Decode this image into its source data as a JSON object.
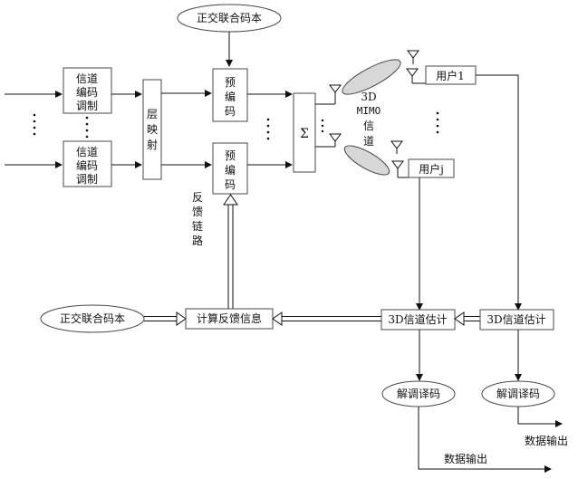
{
  "diagram": {
    "codebook_top": "正交联合码本",
    "codebook_bottom": "正交联合码本",
    "channel_coding_1": [
      "信道",
      "编码",
      "调制"
    ],
    "channel_coding_2": [
      "信道",
      "编码",
      "调制"
    ],
    "layer_mapping": [
      "层",
      "映",
      "射"
    ],
    "precoding_1": [
      "预",
      "编",
      "码"
    ],
    "precoding_2": [
      "预",
      "编",
      "码"
    ],
    "sum": "Σ",
    "channel_3d": [
      "3D",
      "MIMO",
      "信",
      "道"
    ],
    "user_1": "用户1",
    "user_j": "用户j",
    "feedback_link": [
      "反",
      "馈",
      "链",
      "路"
    ],
    "compute_feedback": "计算反馈信息",
    "channel_est_1": "3D信道估计",
    "channel_est_2": "3D信道估计",
    "demod_1": "解调译码",
    "demod_2": "解调译码",
    "data_out_1": "数据输出",
    "data_out_2": "数据输出"
  }
}
